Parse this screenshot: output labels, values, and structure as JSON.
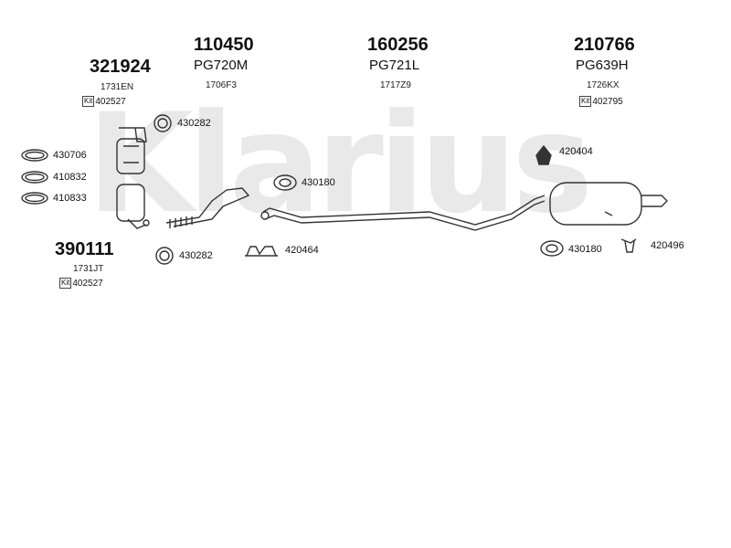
{
  "watermark": "Klarius",
  "assemblies": [
    {
      "part_no": "321924",
      "code": "",
      "ref": "1731EN",
      "kit_label": "Kit",
      "kit_no": "402527"
    },
    {
      "part_no": "110450",
      "code": "PG720M",
      "ref": "1706F3"
    },
    {
      "part_no": "160256",
      "code": "PG721L",
      "ref": "1717Z9"
    },
    {
      "part_no": "210766",
      "code": "PG639H",
      "ref": "1726KX",
      "kit_label": "Kit",
      "kit_no": "402795"
    },
    {
      "part_no": "390111",
      "ref": "1731JT",
      "kit_label": "Kit",
      "kit_no": "402527"
    }
  ],
  "fittings": {
    "gasket_a": "430706",
    "gasket_b": "410832",
    "gasket_c": "410833",
    "clamp_top": "430282",
    "clamp_bottom": "430282",
    "clamp_mid": "430180",
    "clamp_right": "430180",
    "mount_mid": "420464",
    "mount_top_right": "420404",
    "mount_right": "420496"
  },
  "colors": {
    "line": "#333333",
    "watermark": "#e9e9e9"
  }
}
